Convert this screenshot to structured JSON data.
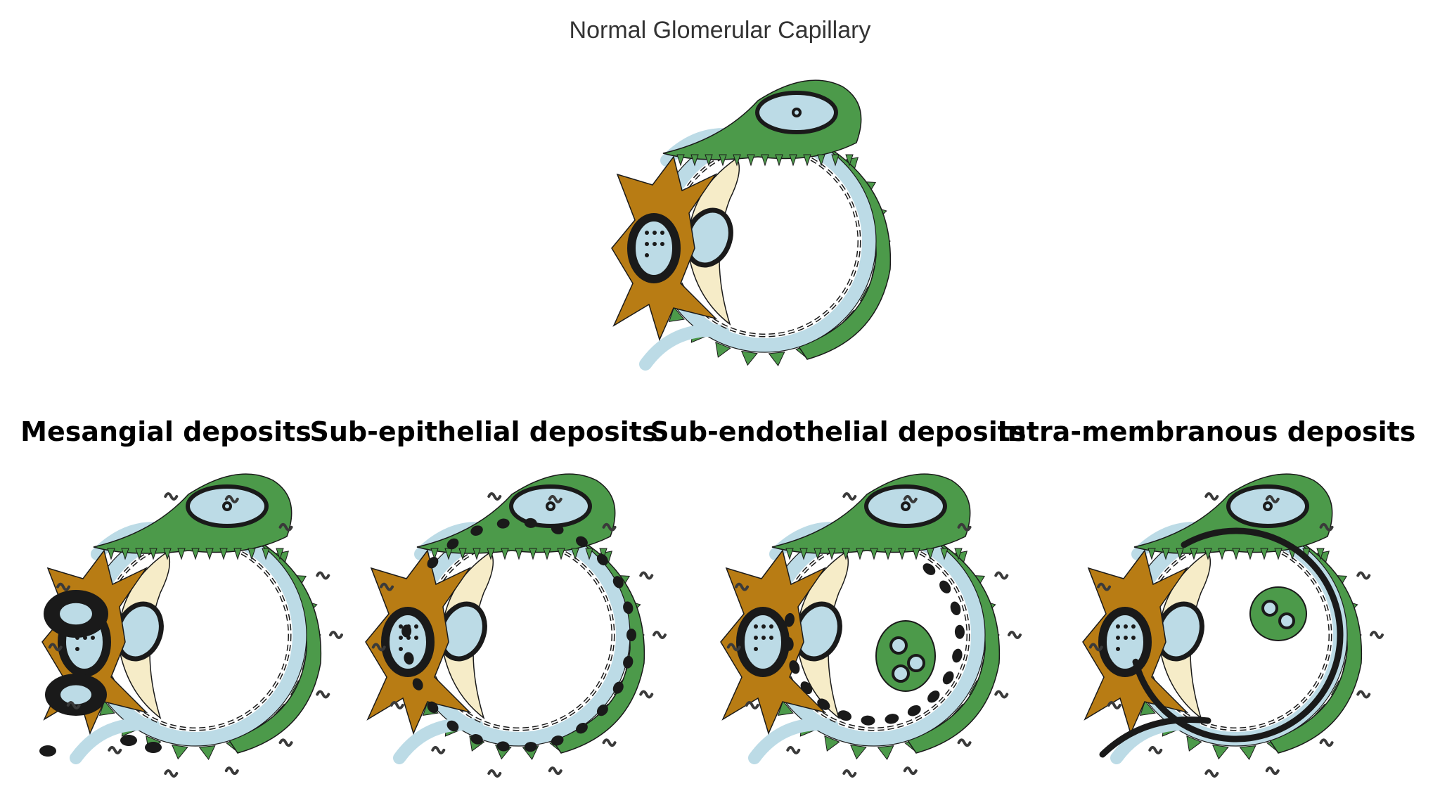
{
  "title": "Normal Glomerular Capillary",
  "panels": [
    {
      "label": "Mesangial deposits",
      "variant": "mesangial"
    },
    {
      "label": "Sub-epithelial deposits",
      "variant": "subepithelial"
    },
    {
      "label": "Sub-endothelial deposits",
      "variant": "subendothelial"
    },
    {
      "label": "Intra-membranous deposits",
      "variant": "intramembranous"
    }
  ],
  "colors": {
    "podocyte": "#4c9a4a",
    "basement_membrane": "#bcdbe6",
    "mesangial_cell": "#b87c14",
    "endothelium": "#f6ecc8",
    "nucleus": "#bcdbe6",
    "deposit": "#1a1a1a",
    "outline": "#1a1a1a"
  }
}
